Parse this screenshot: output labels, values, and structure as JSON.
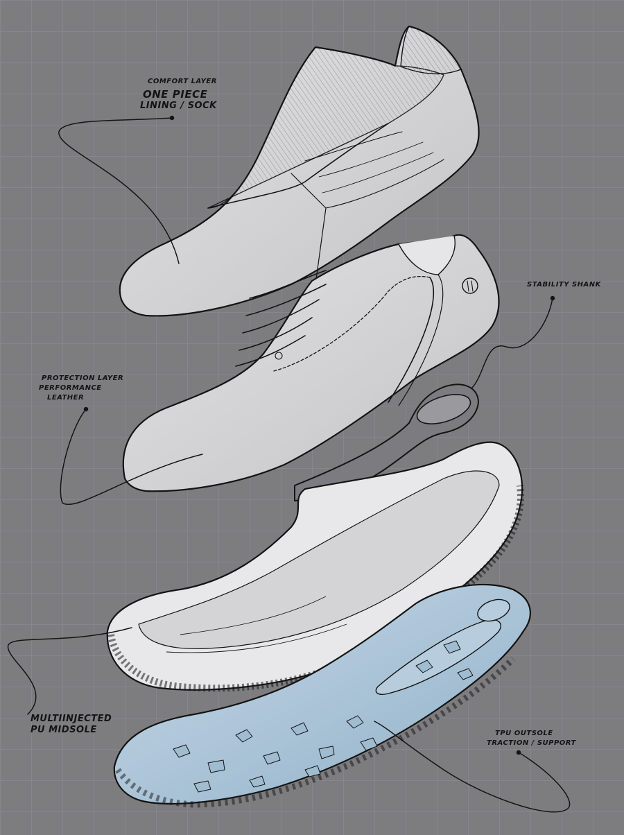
{
  "callouts": {
    "comfort": {
      "title": "COMFORT LAYER",
      "line1": "ONE PIECE",
      "line2": "LINING / SOCK"
    },
    "stability": {
      "title": "STABILITY SHANK"
    },
    "protection": {
      "line1": "PROTECTION LAYER",
      "line2": "PERFORMANCE",
      "line3": "LEATHER"
    },
    "midsole": {
      "line1": "MULTIINJECTED",
      "line2": "PU MIDSOLE"
    },
    "outsole": {
      "line1": "TPU OUTSOLE",
      "line2": "TRACTION / SUPPORT"
    }
  },
  "colors": {
    "background": "#7d7d80",
    "grid": "#8c8c90",
    "ink": "#141414",
    "layer_fill": "#d6d6d8",
    "outsole_fill": "#aac3d6"
  }
}
